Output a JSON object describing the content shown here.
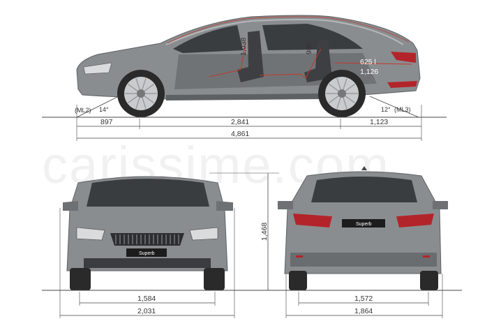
{
  "watermark": "carissime.com",
  "side_view": {
    "front_overhang": "897",
    "wheelbase": "2,841",
    "rear_overhang": "1,123",
    "length": "4,861",
    "front_headroom": "1,038",
    "rear_headroom": "980",
    "boot_volume": "625 l",
    "boot_length": "1,126",
    "approach_angle": "14°",
    "approach_label": "(ML2)",
    "departure_angle": "12°",
    "departure_label": "(ML3)"
  },
  "front_view": {
    "front_track": "1,584",
    "width_mirrors": "2,031",
    "height": "1,468",
    "badge": "Superb"
  },
  "rear_view": {
    "rear_track": "1,572",
    "width_body": "1,864",
    "badge": "Superb"
  },
  "colors": {
    "body": "#8a8d90",
    "body_dark": "#5e6164",
    "glass": "#3a3d40",
    "tyre": "#2a2a2a",
    "rim": "#c9cbcd",
    "taillight": "#b3242a",
    "interior_line": "#c0392b",
    "dim_line": "#444444"
  }
}
